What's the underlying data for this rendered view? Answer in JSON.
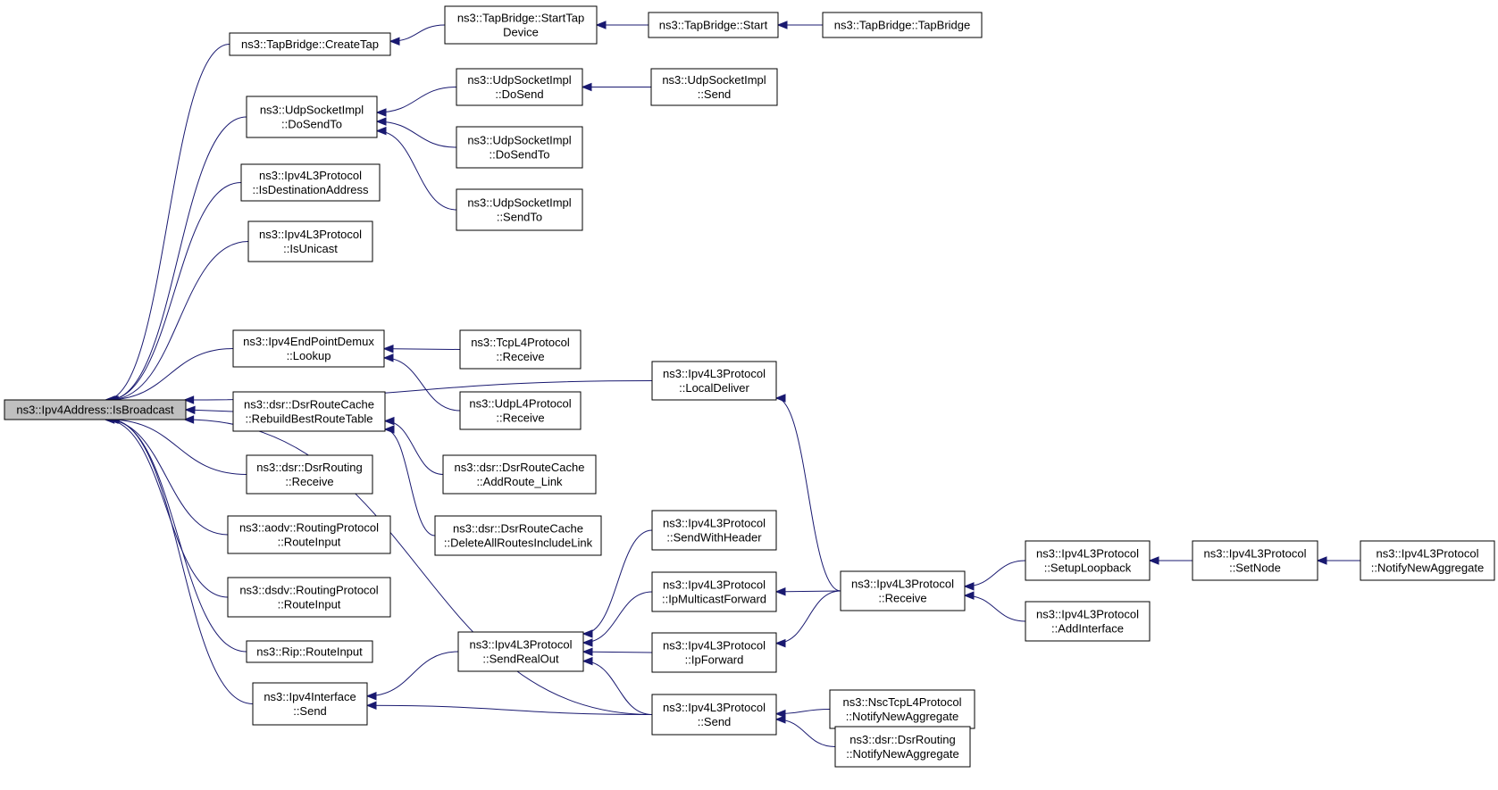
{
  "graph": {
    "colors": {
      "edge": "#191970",
      "node_border": "#000000",
      "root_fill": "#bfbfbf",
      "node_fill": "#ffffff"
    },
    "nodes": [
      {
        "id": "root",
        "lines": [
          "ns3::Ipv4Address::IsBroadcast"
        ],
        "root": true
      },
      {
        "id": "createtap",
        "lines": [
          "ns3::TapBridge::CreateTap"
        ]
      },
      {
        "id": "starttap",
        "lines": [
          "ns3::TapBridge::StartTap",
          "Device"
        ]
      },
      {
        "id": "tapstart",
        "lines": [
          "ns3::TapBridge::Start"
        ]
      },
      {
        "id": "tapbridge",
        "lines": [
          "ns3::TapBridge::TapBridge"
        ]
      },
      {
        "id": "udpdosendto",
        "lines": [
          "ns3::UdpSocketImpl",
          "::DoSendTo"
        ]
      },
      {
        "id": "udpdosend",
        "lines": [
          "ns3::UdpSocketImpl",
          "::DoSend"
        ]
      },
      {
        "id": "udpsend",
        "lines": [
          "ns3::UdpSocketImpl",
          "::Send"
        ]
      },
      {
        "id": "udpdosendto2",
        "lines": [
          "ns3::UdpSocketImpl",
          "::DoSendTo"
        ]
      },
      {
        "id": "udpsendto",
        "lines": [
          "ns3::UdpSocketImpl",
          "::SendTo"
        ]
      },
      {
        "id": "isdest",
        "lines": [
          "ns3::Ipv4L3Protocol",
          "::IsDestinationAddress"
        ]
      },
      {
        "id": "isunicast",
        "lines": [
          "ns3::Ipv4L3Protocol",
          "::IsUnicast"
        ]
      },
      {
        "id": "lookup",
        "lines": [
          "ns3::Ipv4EndPointDemux",
          "::Lookup"
        ]
      },
      {
        "id": "tcprecv",
        "lines": [
          "ns3::TcpL4Protocol",
          "::Receive"
        ]
      },
      {
        "id": "udplrecv",
        "lines": [
          "ns3::UdpL4Protocol",
          "::Receive"
        ]
      },
      {
        "id": "localdeliver",
        "lines": [
          "ns3::Ipv4L3Protocol",
          "::LocalDeliver"
        ]
      },
      {
        "id": "rebuild",
        "lines": [
          "ns3::dsr::DsrRouteCache",
          "::RebuildBestRouteTable"
        ]
      },
      {
        "id": "addroute",
        "lines": [
          "ns3::dsr::DsrRouteCache",
          "::AddRoute_Link"
        ]
      },
      {
        "id": "deleteall",
        "lines": [
          "ns3::dsr::DsrRouteCache",
          "::DeleteAllRoutesIncludeLink"
        ]
      },
      {
        "id": "dsrrecv",
        "lines": [
          "ns3::dsr::DsrRouting",
          "::Receive"
        ]
      },
      {
        "id": "aodv",
        "lines": [
          "ns3::aodv::RoutingProtocol",
          "::RouteInput"
        ]
      },
      {
        "id": "dsdv",
        "lines": [
          "ns3::dsdv::RoutingProtocol",
          "::RouteInput"
        ]
      },
      {
        "id": "rip",
        "lines": [
          "ns3::Rip::RouteInput"
        ]
      },
      {
        "id": "ifsend",
        "lines": [
          "ns3::Ipv4Interface",
          "::Send"
        ]
      },
      {
        "id": "sendrealout",
        "lines": [
          "ns3::Ipv4L3Protocol",
          "::SendRealOut"
        ]
      },
      {
        "id": "sendwithheader",
        "lines": [
          "ns3::Ipv4L3Protocol",
          "::SendWithHeader"
        ]
      },
      {
        "id": "ipmcast",
        "lines": [
          "ns3::Ipv4L3Protocol",
          "::IpMulticastForward"
        ]
      },
      {
        "id": "ipforward",
        "lines": [
          "ns3::Ipv4L3Protocol",
          "::IpForward"
        ]
      },
      {
        "id": "l3send",
        "lines": [
          "ns3::Ipv4L3Protocol",
          "::Send"
        ]
      },
      {
        "id": "l3recv",
        "lines": [
          "ns3::Ipv4L3Protocol",
          "::Receive"
        ]
      },
      {
        "id": "setuploop",
        "lines": [
          "ns3::Ipv4L3Protocol",
          "::SetupLoopback"
        ]
      },
      {
        "id": "addif",
        "lines": [
          "ns3::Ipv4L3Protocol",
          "::AddInterface"
        ]
      },
      {
        "id": "setnode",
        "lines": [
          "ns3::Ipv4L3Protocol",
          "::SetNode"
        ]
      },
      {
        "id": "notifyagg",
        "lines": [
          "ns3::Ipv4L3Protocol",
          "::NotifyNewAggregate"
        ]
      },
      {
        "id": "nscnotify",
        "lines": [
          "ns3::NscTcpL4Protocol",
          "::NotifyNewAggregate"
        ]
      },
      {
        "id": "dsrnotify",
        "lines": [
          "ns3::dsr::DsrRouting",
          "::NotifyNewAggregate"
        ]
      }
    ],
    "edges": [
      [
        "createtap",
        "root"
      ],
      [
        "udpdosendto",
        "root"
      ],
      [
        "isdest",
        "root"
      ],
      [
        "isunicast",
        "root"
      ],
      [
        "localdeliver",
        "root"
      ],
      [
        "lookup",
        "root"
      ],
      [
        "rebuild",
        "root"
      ],
      [
        "dsrrecv",
        "root"
      ],
      [
        "aodv",
        "root"
      ],
      [
        "dsdv",
        "root"
      ],
      [
        "rip",
        "root"
      ],
      [
        "ifsend",
        "root"
      ],
      [
        "l3send",
        "root"
      ],
      [
        "starttap",
        "createtap"
      ],
      [
        "tapstart",
        "starttap"
      ],
      [
        "tapbridge",
        "tapstart"
      ],
      [
        "udpdosend",
        "udpdosendto"
      ],
      [
        "udpdosendto2",
        "udpdosendto"
      ],
      [
        "udpsendto",
        "udpdosendto"
      ],
      [
        "udpsend",
        "udpdosend"
      ],
      [
        "tcprecv",
        "lookup"
      ],
      [
        "udplrecv",
        "lookup"
      ],
      [
        "addroute",
        "rebuild"
      ],
      [
        "deleteall",
        "rebuild"
      ],
      [
        "l3recv",
        "localdeliver"
      ],
      [
        "sendrealout",
        "ifsend"
      ],
      [
        "l3send",
        "ifsend"
      ],
      [
        "sendwithheader",
        "sendrealout"
      ],
      [
        "ipmcast",
        "sendrealout"
      ],
      [
        "ipforward",
        "sendrealout"
      ],
      [
        "l3send",
        "sendrealout"
      ],
      [
        "l3recv",
        "ipmcast"
      ],
      [
        "l3recv",
        "ipforward"
      ],
      [
        "setuploop",
        "l3recv"
      ],
      [
        "addif",
        "l3recv"
      ],
      [
        "setnode",
        "setuploop"
      ],
      [
        "notifyagg",
        "setnode"
      ],
      [
        "nscnotify",
        "l3send"
      ],
      [
        "dsrnotify",
        "l3send"
      ]
    ]
  }
}
